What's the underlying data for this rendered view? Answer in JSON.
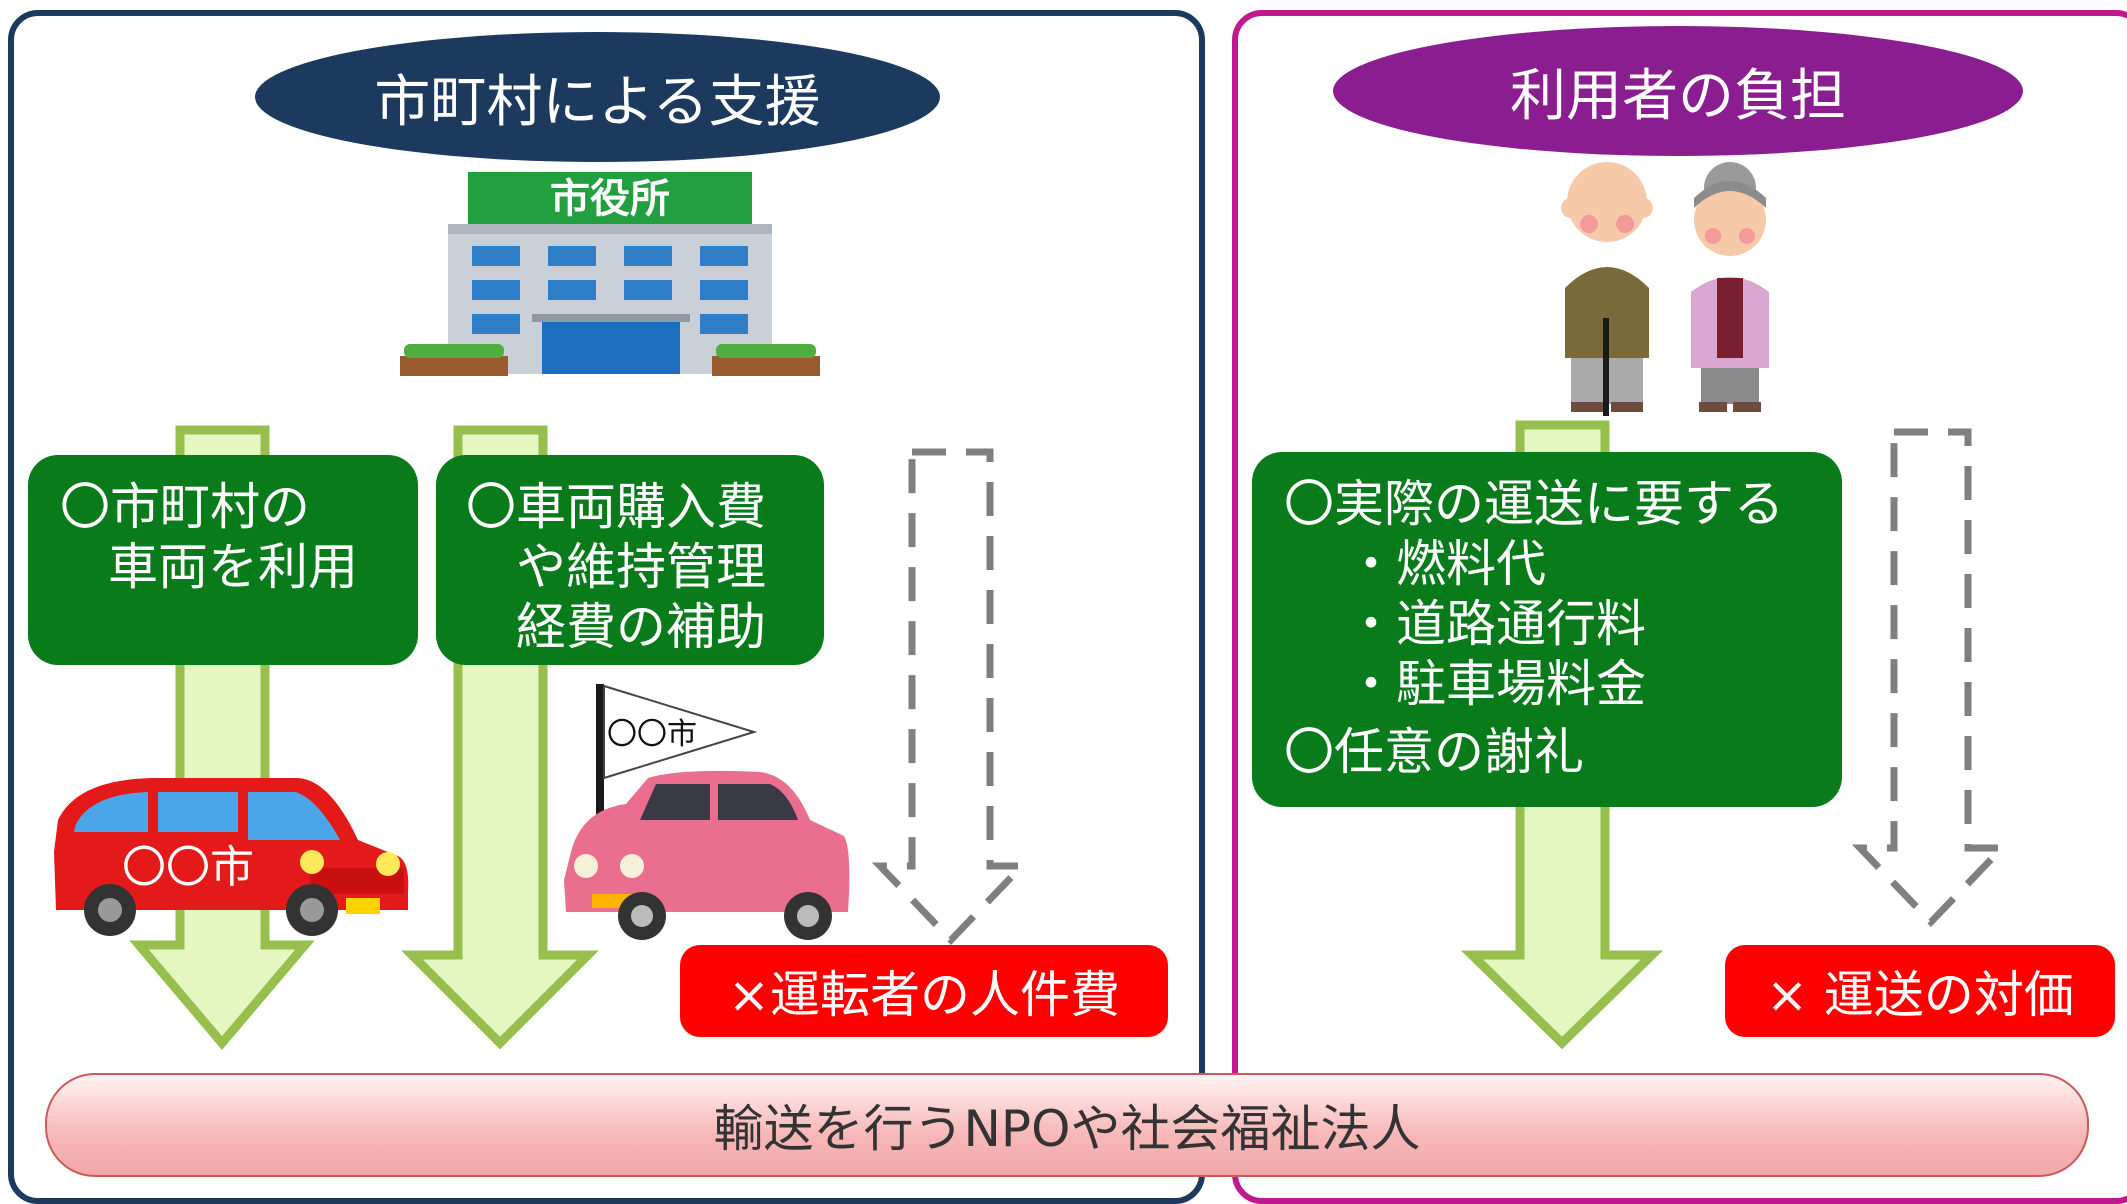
{
  "left_panel": {
    "title": "市町村による支援",
    "building_sign": "市役所",
    "box1": {
      "line1": "〇市町村の",
      "line2": "車両を利用"
    },
    "box2": {
      "line1": "〇車両購入費",
      "line2": "や維持管理",
      "line3": "経費の補助"
    },
    "car_label": "〇〇市",
    "flag_label": "〇〇市",
    "not_covered": "×運転者の人件費"
  },
  "right_panel": {
    "title": "利用者の負担",
    "box": {
      "heading": "〇実際の運送に要する",
      "items": [
        "・燃料代",
        "・道路通行料",
        "・駐車場料金"
      ],
      "extra": "〇任意の謝礼"
    },
    "not_covered": "× 運送の対価"
  },
  "recipient": "輸送を行うNPOや社会福祉法人",
  "colors": {
    "navy": "#1b3a5e",
    "purple": "#8a1d8f",
    "magenta_border": "#c0188f",
    "green_box": "#0a7b1b",
    "red_box": "#ff0000",
    "arrow_fill": "#e4f7c0",
    "arrow_stroke": "#96bf4e"
  }
}
